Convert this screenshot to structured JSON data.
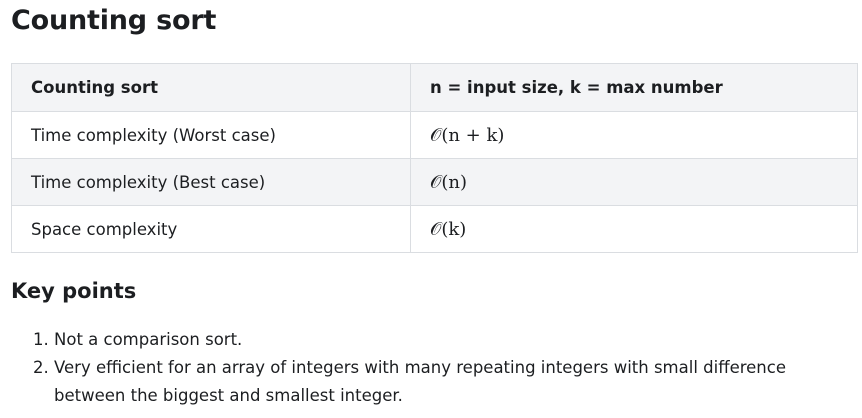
{
  "heading": "Counting sort",
  "table": {
    "headers": [
      "Counting sort",
      "n = input size, k = max number"
    ],
    "rows": [
      {
        "label": "Time complexity (Worst case)",
        "value": "𝒪(n + k)"
      },
      {
        "label": "Time complexity (Best case)",
        "value": "𝒪(n)"
      },
      {
        "label": "Space complexity",
        "value": "𝒪(k)"
      }
    ]
  },
  "key_points": {
    "title": "Key points",
    "items": [
      "Not a comparison sort.",
      "Very efficient for an array of integers with many repeating integers with small difference between the biggest and smallest integer."
    ]
  }
}
